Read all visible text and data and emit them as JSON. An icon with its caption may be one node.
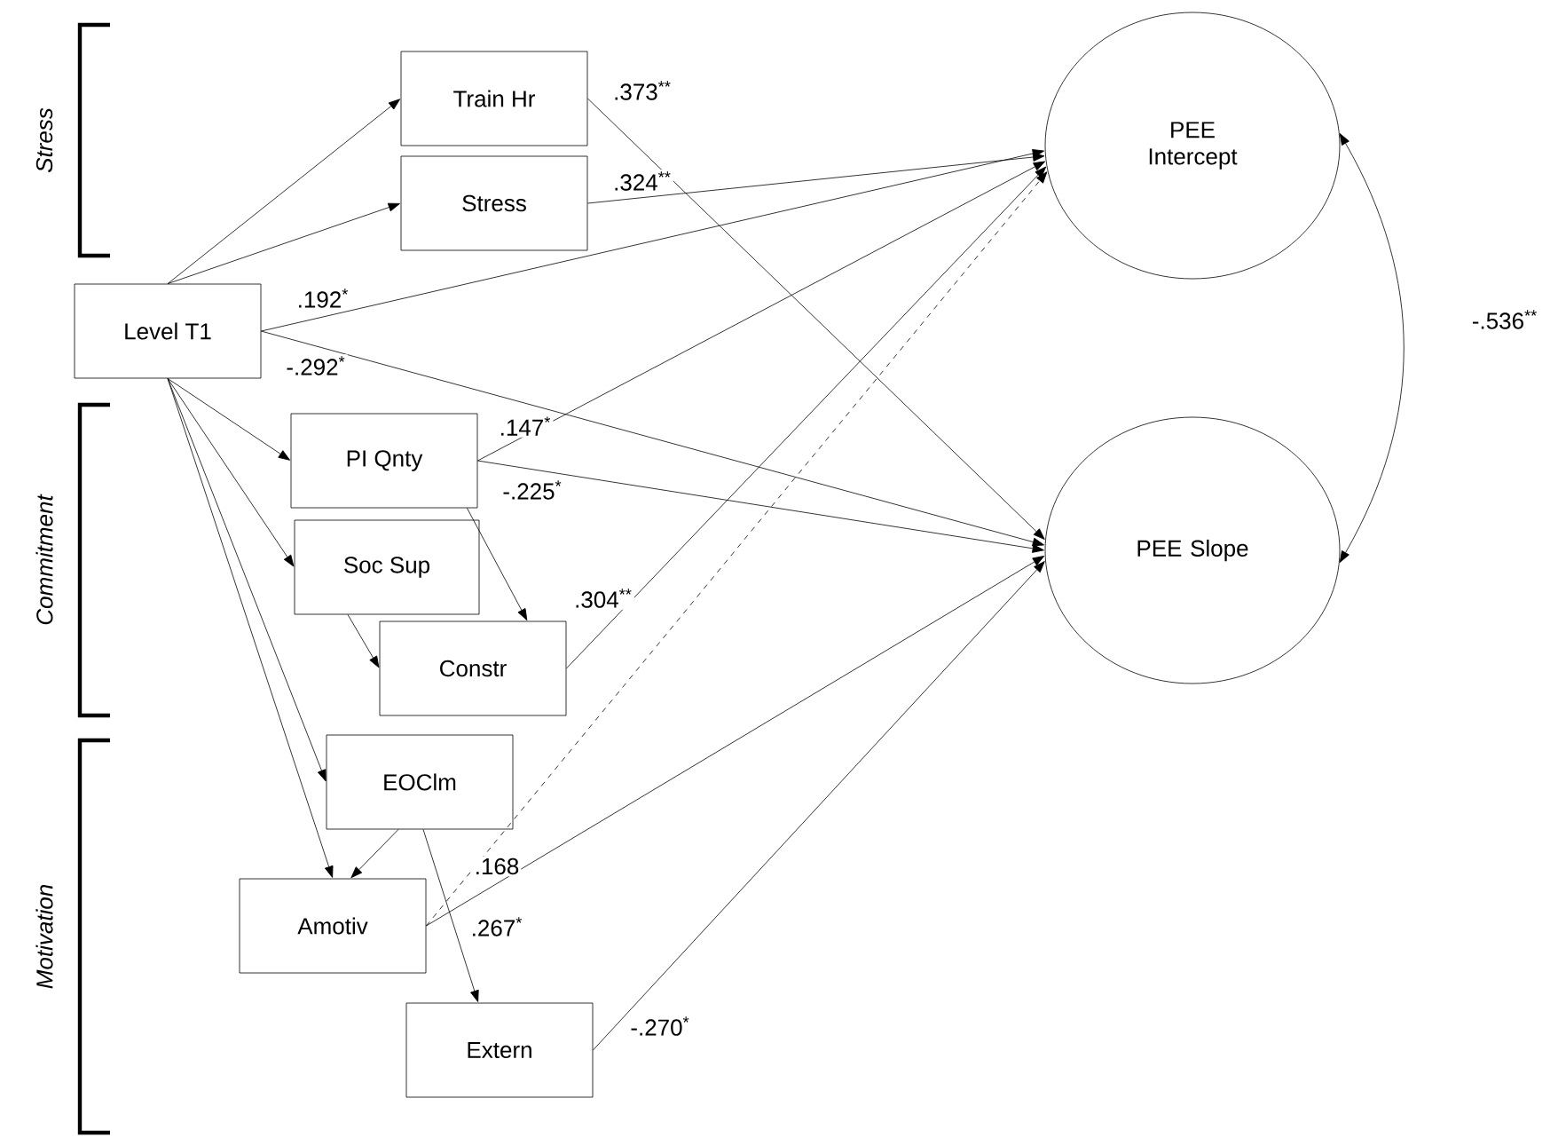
{
  "diagram": {
    "nodes": [
      {
        "text": [
          "Train Hr"
        ]
      },
      {
        "text": [
          "Stress"
        ]
      },
      {
        "text": [
          "Level T1"
        ]
      },
      {
        "text": [
          "PI Qnty"
        ]
      },
      {
        "text": [
          "Soc Sup"
        ]
      },
      {
        "text": [
          "Constr"
        ]
      },
      {
        "text": [
          "EOClm"
        ]
      },
      {
        "text": [
          "Amotiv"
        ]
      },
      {
        "text": [
          "Extern"
        ]
      },
      {
        "text": [
          "PEE Intercept"
        ]
      },
      {
        "text": [
          "PEE Slope"
        ]
      }
    ],
    "edges": [
      {
        "from": 2,
        "to": 0,
        "arrow": "to"
      },
      {
        "from": 2,
        "to": 1,
        "arrow": "to"
      },
      {
        "from": 2,
        "to": 9,
        "arrow": "to",
        "label": ".192$^{*}$"
      },
      {
        "from": 2,
        "to": 10,
        "arrow": "to",
        "label": "-.292$^{*}$"
      },
      {
        "from": 2,
        "to": 3,
        "arrow": "to"
      },
      {
        "from": 2,
        "to": 4,
        "arrow": "to"
      },
      {
        "from": 2,
        "to": 6,
        "arrow": "to"
      },
      {
        "from": 2,
        "to": 7,
        "arrow": "to"
      },
      {
        "from": 0,
        "to": 10,
        "arrow": "to",
        "label": ".373$^{**}$"
      },
      {
        "from": 1,
        "to": 9,
        "arrow": "to",
        "label": ".324$^{**}$"
      },
      {
        "from": 3,
        "to": 9,
        "arrow": "to",
        "label": ".147$^{*}$"
      },
      {
        "from": 3,
        "to": 10,
        "arrow": "to",
        "label": "-.225$^{*}$"
      },
      {
        "from": 3,
        "to": 5,
        "arrow": "to"
      },
      {
        "from": 4,
        "to": 5,
        "arrow": "to"
      },
      {
        "from": 5,
        "to": 9,
        "arrow": "to",
        "label": ".304$^{**}$"
      },
      {
        "from": 6,
        "to": 7,
        "arrow": "to"
      },
      {
        "from": 6,
        "to": 8,
        "arrow": "to"
      },
      {
        "from": 7,
        "to": 9,
        "arrow": "to",
        "label": ".168",
        "style": "dashed"
      },
      {
        "from": 7,
        "to": 10,
        "arrow": "to",
        "label": ".267$^{*}$"
      },
      {
        "from": 8,
        "to": 10,
        "arrow": "to",
        "label": "-.270$^{*}$"
      },
      {
        "from": 9,
        "to": 10,
        "arrow": "both",
        "label": "-.536$^{**}$"
      }
    ],
    "labels": [
      "Stress",
      "Commitment",
      "Motivation"
    ]
  }
}
